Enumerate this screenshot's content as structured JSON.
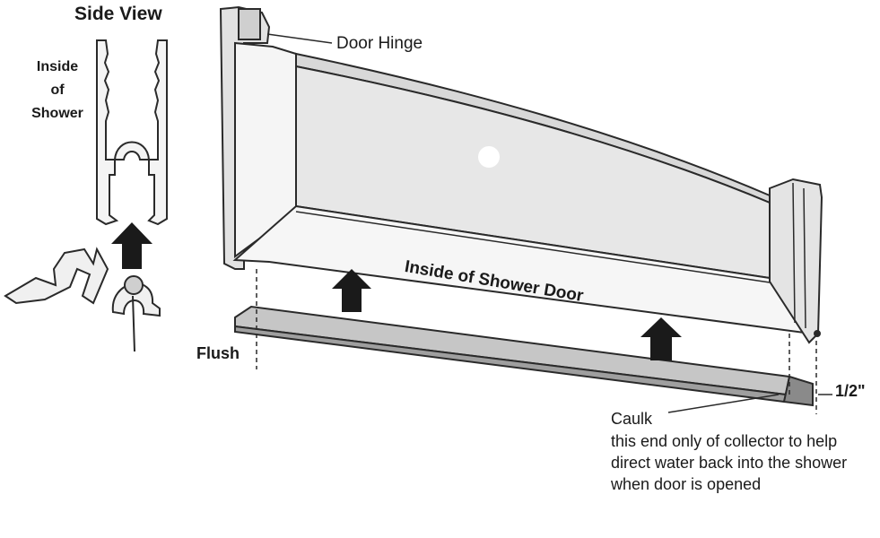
{
  "labels": {
    "side_view": "Side View",
    "inside_of_shower_line1": "Inside",
    "inside_of_shower_line2": "of",
    "inside_of_shower_line3": "Shower",
    "door_hinge": "Door Hinge",
    "inside_of_shower_door": "Inside of Shower Door",
    "flush": "Flush",
    "half_inch": "1/2\"",
    "caulk": "Caulk",
    "caulk_note": "this end only of collector to help direct water back into the shower when door is opened"
  },
  "colors": {
    "outline": "#2a2a2a",
    "frame": "#d6d6d6",
    "glass": "#e6e6e6",
    "rail": "#bdbdbd",
    "arrow": "#1a1a1a"
  }
}
